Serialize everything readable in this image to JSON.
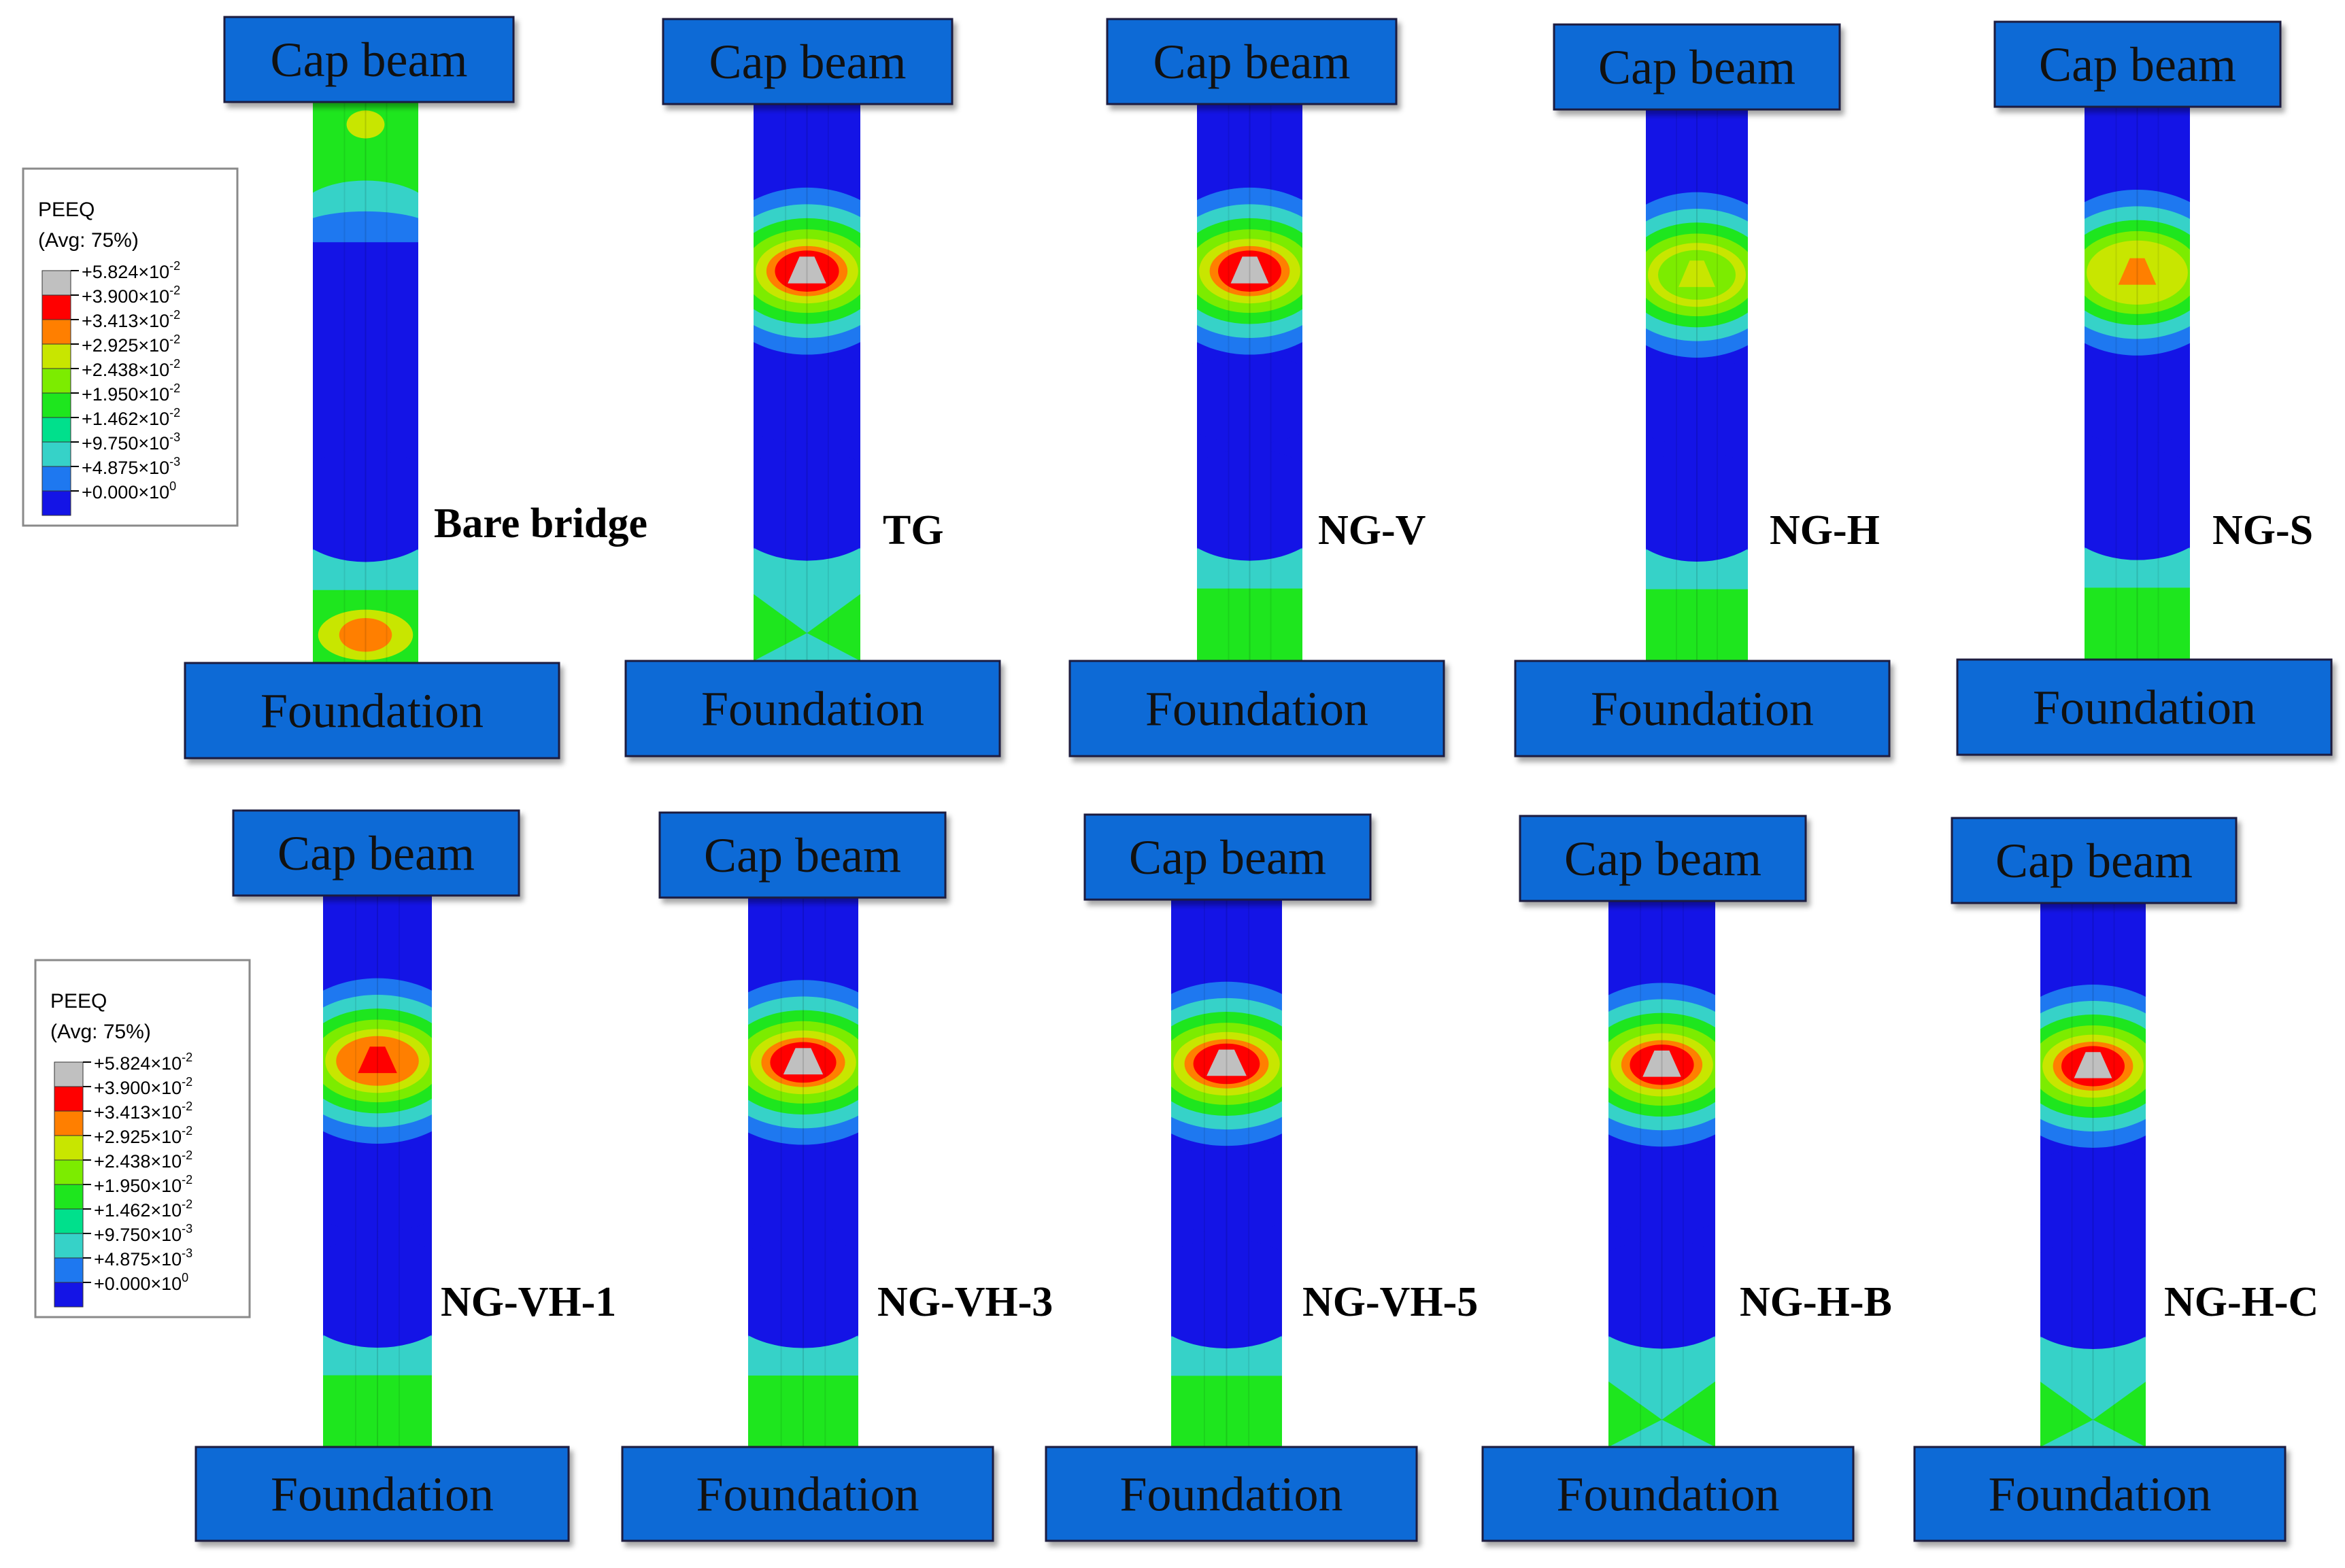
{
  "box_labels": {
    "cap": "Cap beam",
    "foundation": "Foundation"
  },
  "legend": {
    "title": "PEEQ",
    "subtitle": "(Avg: 75%)",
    "levels": [
      {
        "label": "+5.824×10",
        "exp": "-2",
        "color": "#c0c0c0"
      },
      {
        "label": "+3.900×10",
        "exp": "-2",
        "color": "#ff0000"
      },
      {
        "label": "+3.413×10",
        "exp": "-2",
        "color": "#ff7f00"
      },
      {
        "label": "+2.925×10",
        "exp": "-2",
        "color": "#c8e600"
      },
      {
        "label": "+2.438×10",
        "exp": "-2",
        "color": "#7cec00"
      },
      {
        "label": "+1.950×10",
        "exp": "-2",
        "color": "#1ee61e"
      },
      {
        "label": "+1.462×10",
        "exp": "-2",
        "color": "#00e08c"
      },
      {
        "label": "+9.750×10",
        "exp": "-3",
        "color": "#36d2c8"
      },
      {
        "label": "+4.875×10",
        "exp": "-3",
        "color": "#1e78f0"
      },
      {
        "label": "+0.000×10",
        "exp": "0",
        "color": "#1414e6"
      }
    ]
  },
  "panels": [
    {
      "label": "Bare bridge",
      "top_color": "#1ee61e",
      "top_hot": "#c8e600",
      "mid_hot": null,
      "mid_core": null,
      "bottom_color": "#1ee61e",
      "bottom_hot": "#ff7f00"
    },
    {
      "label": "TG",
      "top_color": "#1414e6",
      "top_hot": null,
      "mid_hot": "#ff0000",
      "mid_core": "#c0c0c0",
      "bottom_color": "#36d2c8",
      "bottom_hot": null
    },
    {
      "label": "NG-V",
      "top_color": "#1414e6",
      "top_hot": null,
      "mid_hot": "#ff0000",
      "mid_core": "#c0c0c0",
      "bottom_color": "#1ee61e",
      "bottom_hot": null
    },
    {
      "label": "NG-H",
      "top_color": "#1414e6",
      "top_hot": null,
      "mid_hot": "#7cec00",
      "mid_core": "#c8e600",
      "bottom_color": "#1ee61e",
      "bottom_hot": null
    },
    {
      "label": "NG-S",
      "top_color": "#1414e6",
      "top_hot": null,
      "mid_hot": "#c8e600",
      "mid_core": "#ff7f00",
      "bottom_color": "#1ee61e",
      "bottom_hot": null
    },
    {
      "label": "NG-VH-1",
      "top_color": "#1414e6",
      "top_hot": null,
      "mid_hot": "#ff7f00",
      "mid_core": "#ff0000",
      "bottom_color": "#1ee61e",
      "bottom_hot": null
    },
    {
      "label": "NG-VH-3",
      "top_color": "#1414e6",
      "top_hot": null,
      "mid_hot": "#ff0000",
      "mid_core": "#c0c0c0",
      "bottom_color": "#1ee61e",
      "bottom_hot": null
    },
    {
      "label": "NG-VH-5",
      "top_color": "#1414e6",
      "top_hot": null,
      "mid_hot": "#ff0000",
      "mid_core": "#c0c0c0",
      "bottom_color": "#1ee61e",
      "bottom_hot": null
    },
    {
      "label": "NG-H-B",
      "top_color": "#1414e6",
      "top_hot": null,
      "mid_hot": "#ff0000",
      "mid_core": "#c0c0c0",
      "bottom_color": "#36d2c8",
      "bottom_hot": null
    },
    {
      "label": "NG-H-C",
      "top_color": "#1414e6",
      "top_hot": null,
      "mid_hot": "#ff0000",
      "mid_core": "#c0c0c0",
      "bottom_color": "#36d2c8",
      "bottom_hot": null
    }
  ]
}
